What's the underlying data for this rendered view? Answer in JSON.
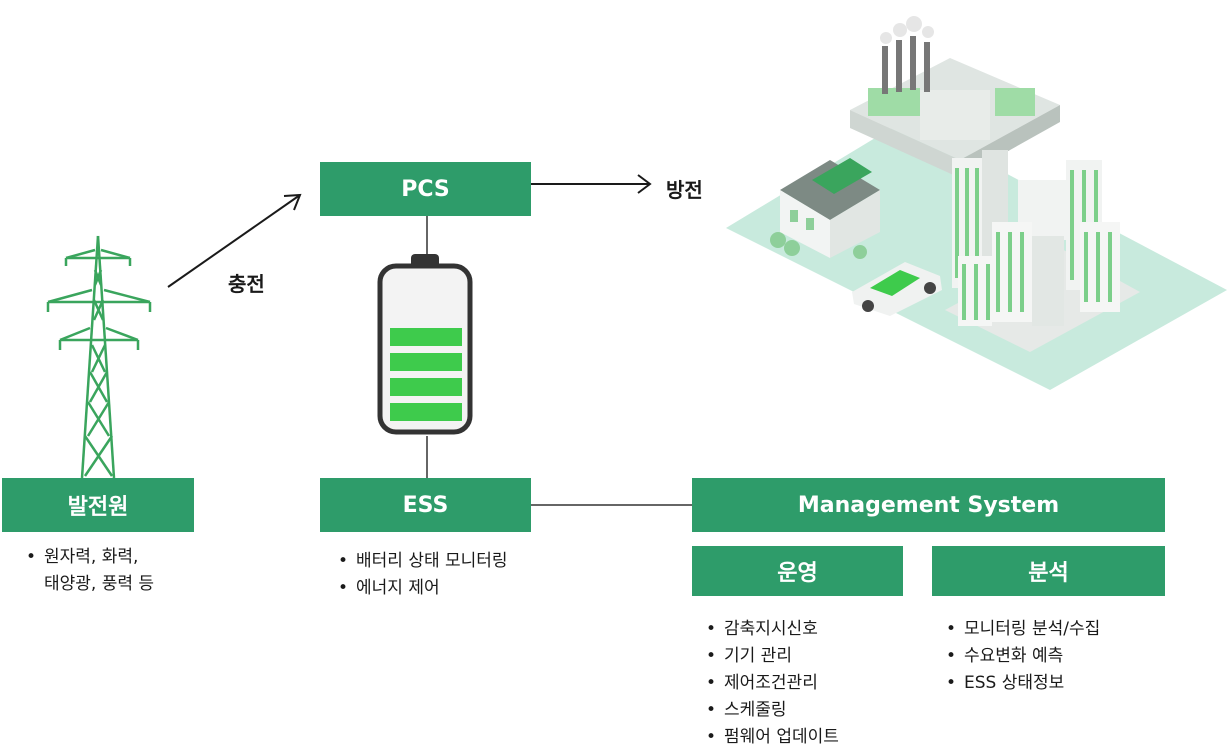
{
  "nodes": {
    "source": {
      "label": "발전원",
      "items": [
        "원자력, 화력,",
        "태양광, 풍력 등"
      ]
    },
    "pcs": {
      "label": "PCS"
    },
    "ess": {
      "label": "ESS",
      "items": [
        "배터리 상태 모니터링",
        "에너지 제어"
      ]
    },
    "management": {
      "label": "Management System"
    },
    "operation": {
      "label": "운영",
      "items": [
        "감축지시신호",
        "기기 관리",
        "제어조건관리",
        "스케줄링",
        "펌웨어 업데이트"
      ]
    },
    "analysis": {
      "label": "분석",
      "items": [
        "모니터링 분석/수집",
        "수요변화 예측",
        "ESS 상태정보"
      ]
    }
  },
  "edges": {
    "charge": "충전",
    "discharge": "방전"
  },
  "icons": [
    "transmission-tower-icon",
    "battery-icon",
    "city-illustration"
  ],
  "colors": {
    "box": "#2e9c6a",
    "battery_level": "#3ecb4c",
    "tower": "#3aa55d",
    "ground": "#c8eadd"
  }
}
